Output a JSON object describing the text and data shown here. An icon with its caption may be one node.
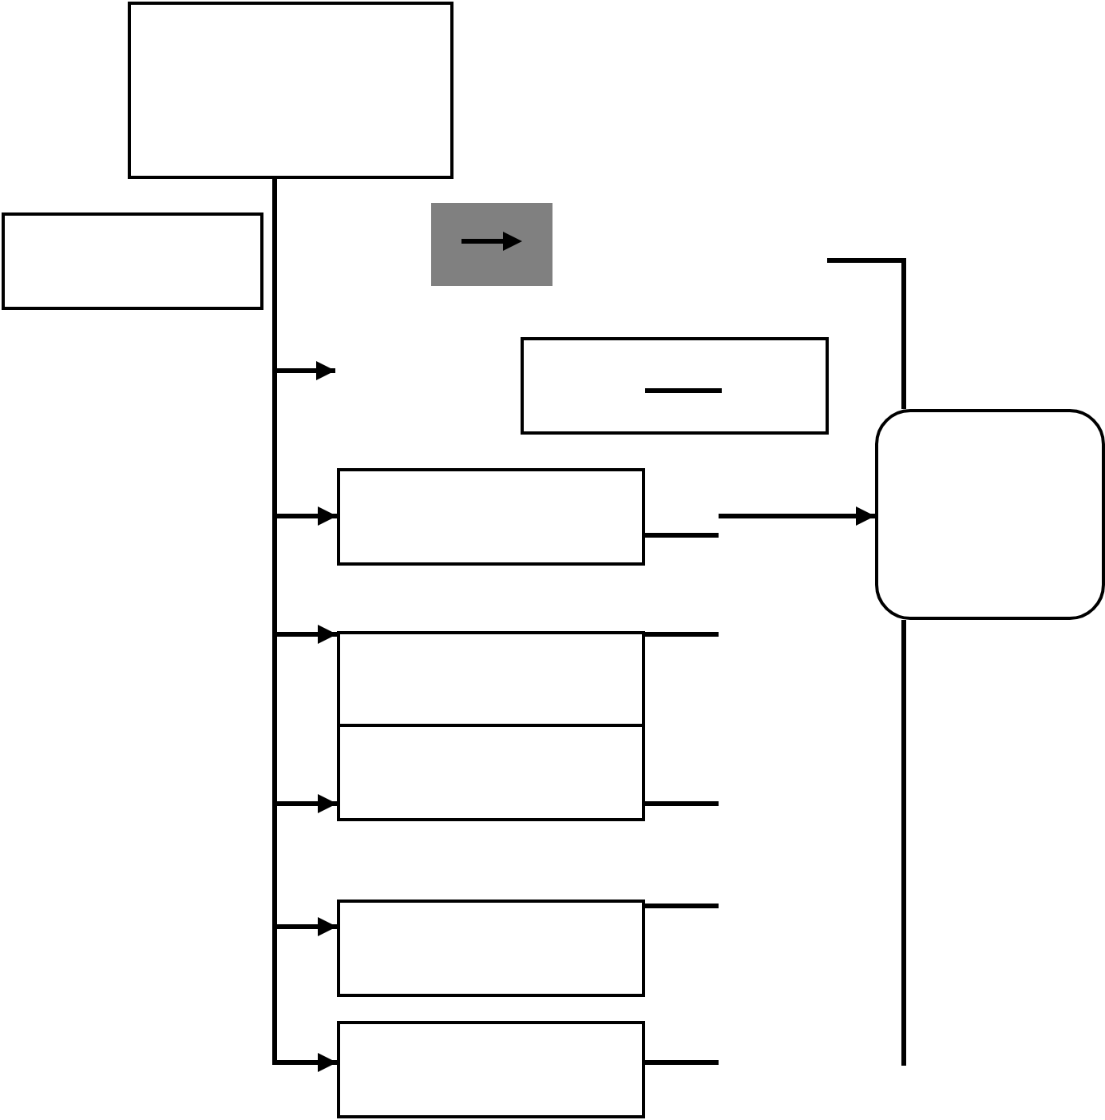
{
  "diagram": {
    "nodes": [
      {
        "text": [],
        "shape": "box"
      },
      {
        "text": [],
        "shape": "box"
      },
      {
        "text": [],
        "shape": "box"
      },
      {
        "text": [],
        "shape": "box"
      },
      {
        "text": [],
        "shape": "box"
      },
      {
        "text": [],
        "shape": "box"
      },
      {
        "text": [],
        "shape": "box"
      },
      {
        "text": [],
        "shape": "box"
      },
      {
        "text": [],
        "shape": "box"
      },
      {
        "text": [],
        "shape": "box"
      }
    ],
    "edges": [
      {
        "from": 0,
        "to": null,
        "arrow": "to"
      },
      {
        "from": 0,
        "to": 4,
        "arrow": "to"
      },
      {
        "from": 0,
        "to": 5,
        "arrow": "to"
      },
      {
        "from": 0,
        "to": 6,
        "arrow": "to"
      },
      {
        "from": 0,
        "to": 7,
        "arrow": "to"
      },
      {
        "from": 0,
        "to": 8,
        "arrow": "to"
      },
      {
        "from": 4,
        "to": null,
        "arrow": "none"
      },
      {
        "from": 5,
        "to": null,
        "arrow": "none"
      },
      {
        "from": 6,
        "to": null,
        "arrow": "none"
      },
      {
        "from": 7,
        "to": null,
        "arrow": "none"
      },
      {
        "from": 8,
        "to": null,
        "arrow": "none"
      },
      {
        "from": null,
        "to": 9,
        "arrow": "to"
      },
      {
        "from": null,
        "to": 9,
        "arrow": "none"
      },
      {
        "from": 9,
        "to": null,
        "arrow": "none"
      }
    ]
  }
}
